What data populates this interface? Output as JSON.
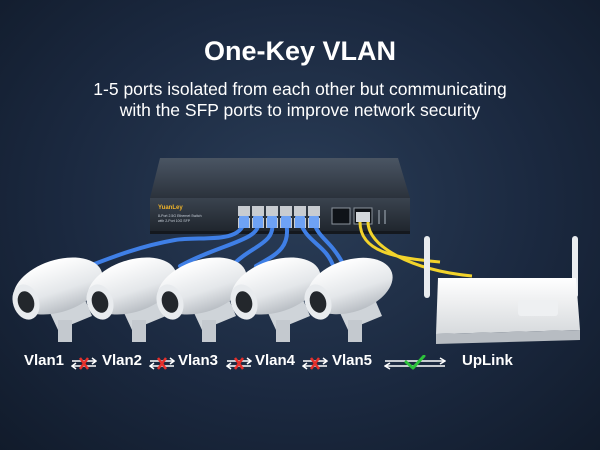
{
  "header": {
    "title": "One-Key VLAN",
    "subtitle_line1": "1-5 ports isolated from each other but communicating",
    "subtitle_line2": "with the SFP ports to improve network security"
  },
  "switch": {
    "brand": "YuanLey",
    "model_text_line1": "8-Port 2.5G Ethernet Switch",
    "model_text_line2": "with 2-Port 10G SFP"
  },
  "vlans": {
    "vlan1": "Vlan1",
    "vlan2": "Vlan2",
    "vlan3": "Vlan3",
    "vlan4": "Vlan4",
    "vlan5": "Vlan5",
    "uplink": "UpLink"
  },
  "icons": {
    "blocked": "red-x-icon",
    "allowed": "green-check-icon"
  },
  "colors": {
    "background": "#1b2940",
    "ethernet_cable": "#3f7fe6",
    "fiber_cable": "#f2d32b",
    "blocked": "#e6302b",
    "allowed": "#2cc23b"
  }
}
